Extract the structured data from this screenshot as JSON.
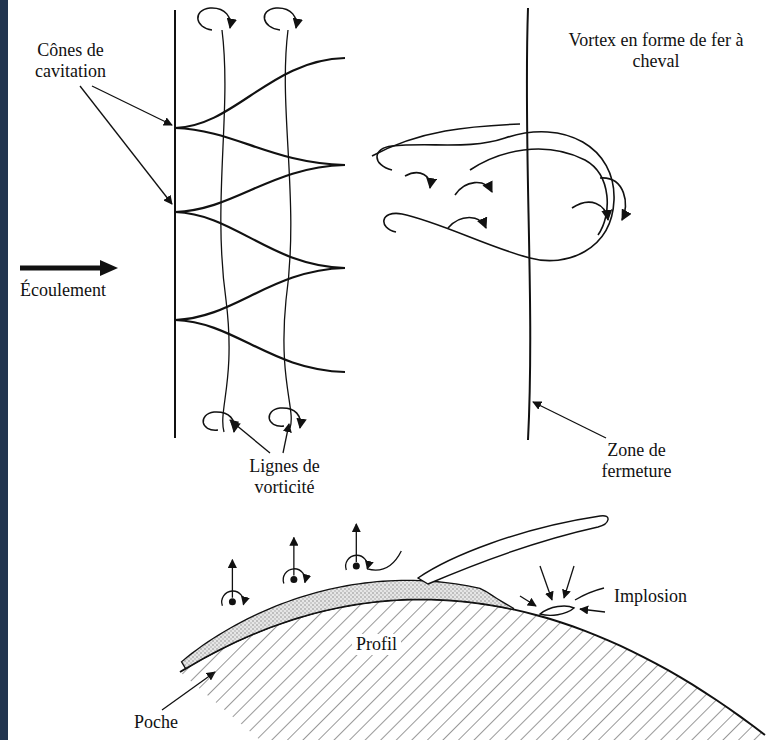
{
  "diagram": {
    "labels": [
      "Cônes de cavitation",
      "Écoulement",
      "Vortex en forme de fer à cheval",
      "Lignes de vorticité",
      "Zone de fermeture",
      "Implosion",
      "Profil",
      "Poche"
    ]
  }
}
